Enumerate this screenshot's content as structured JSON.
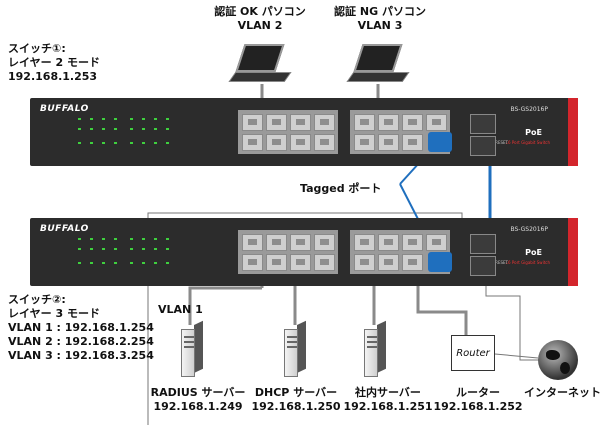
{
  "top_labels": {
    "pc_ok": "認証 OK パソコン",
    "pc_ok_vlan": "VLAN 2",
    "pc_ng": "認証 NG パソコン",
    "pc_ng_vlan": "VLAN 3"
  },
  "switch1": {
    "title": "スイッチ①:",
    "mode": "レイヤー 2 モード",
    "ip": "192.168.1.253"
  },
  "switch2": {
    "title": "スイッチ②:",
    "mode": "レイヤー 3 モード",
    "vlan1": "VLAN 1 : 192.168.1.254",
    "vlan2": "VLAN 2 : 192.168.2.254",
    "vlan3": "VLAN 3 : 192.168.3.254"
  },
  "device": {
    "brand": "BUFFALO",
    "model": "BS-GS2016P",
    "poe": "PoE",
    "poe_sub": "16 Port Gigabit Switch",
    "reset": "RESET"
  },
  "tagged_port": "Tagged ポート",
  "vlan1_label": "VLAN 1",
  "router_label": "Router",
  "servers": [
    {
      "name": "RADIUS サーバー",
      "ip": "192.168.1.249"
    },
    {
      "name": "DHCP サーバー",
      "ip": "192.168.1.250"
    },
    {
      "name": "社内サーバー",
      "ip": "192.168.1.251"
    },
    {
      "name": "ルーター",
      "ip": "192.168.1.252"
    }
  ],
  "internet_label": "インターネット"
}
